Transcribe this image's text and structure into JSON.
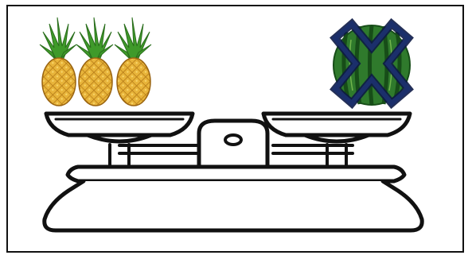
{
  "scene": {
    "left_items": {
      "fruit": "pineapple",
      "count": 3
    },
    "right_items": {
      "fruit": "watermelon",
      "count": 1,
      "crossed_out": true
    },
    "colors": {
      "border": "#111111",
      "scale_stroke": "#111111",
      "cross_fill": "#1b2f6b",
      "cross_outline": "#0d1a45",
      "pineapple_body": "#e8b43a",
      "pineapple_leaf": "#3f9a2a",
      "watermelon_green": "#2f7a2c",
      "watermelon_stripe": "#174d18"
    }
  }
}
